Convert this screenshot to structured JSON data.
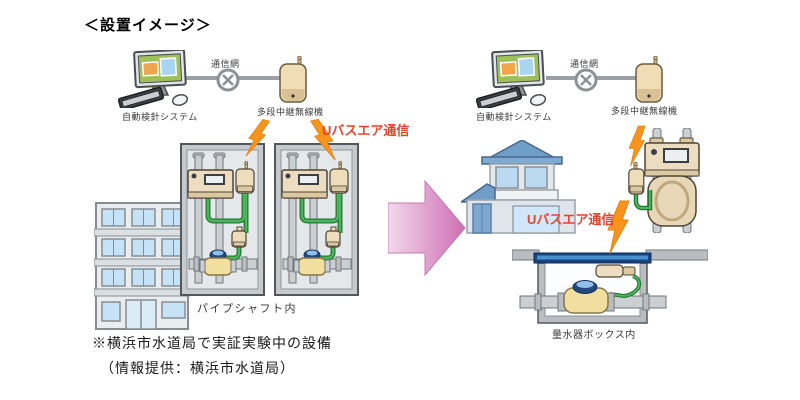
{
  "title": "＜設置イメージ＞",
  "left": {
    "computer_label": "自動検針システム",
    "network_label": "通信網",
    "relay_label": "多段中継無線機",
    "comm_label": "Uバスエア通信",
    "location_label": "パイプシャフト内"
  },
  "right": {
    "computer_label": "自動検針システム",
    "network_label": "通信網",
    "relay_label": "多段中継無線機",
    "comm_label": "Uバスエア通信",
    "location_label": "量水器ボックス内"
  },
  "footnote": {
    "line1": "※横浜市水道局で実証実験中の設備",
    "line2": "（情報提供：横浜市水道局）"
  },
  "colors": {
    "comm_text_red": "#e8432d",
    "lightning_orange": "#f7941d",
    "cable_green": "#4bb45c",
    "arrow_pink": "#ce6eb4",
    "meter_beige": "#ecddc1",
    "lid_blue": "#16447e"
  },
  "icons": [
    "computer-icon",
    "network-node-icon",
    "relay-radio-icon",
    "lightning-icon",
    "apartment-building-icon",
    "pipe-shaft-panel-icon",
    "house-icon",
    "gas-meter-icon",
    "water-meter-box-icon",
    "transition-arrow-icon"
  ]
}
